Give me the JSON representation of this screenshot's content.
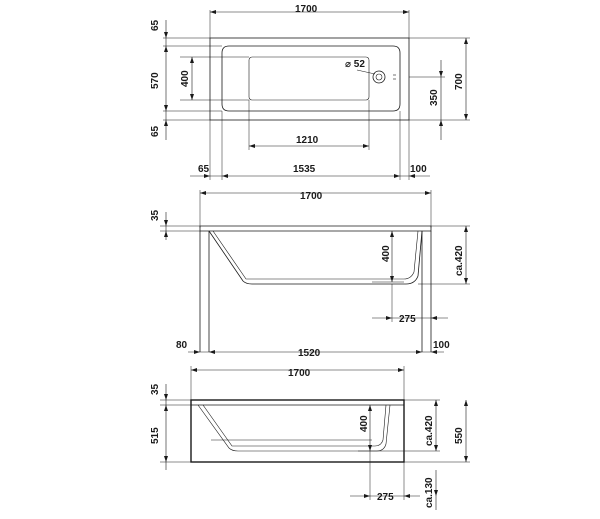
{
  "views": {
    "top": {
      "overall_length": "1700",
      "rim_top": "65",
      "inner_width": "570",
      "rim_bottom": "65",
      "basin_width": "400",
      "drain_diameter": "⌀ 52",
      "drain_offset": "350",
      "overall_width": "700",
      "basin_length": "1210",
      "left_offset": "65",
      "inner_length": "1535",
      "right_offset": "100"
    },
    "side": {
      "overall_length": "1700",
      "rim_height": "35",
      "depth": "400",
      "total_height": "ca.420",
      "drain_offset": "275",
      "left_offset": "80",
      "bottom_length": "1520",
      "right_offset": "100"
    },
    "front": {
      "overall_length": "1700",
      "rim_height": "35",
      "depth": "400",
      "apron_height": "515",
      "total_height_approx": "ca.420",
      "total_height": "550",
      "drain_offset": "275",
      "feet_height": "ca.130"
    }
  }
}
